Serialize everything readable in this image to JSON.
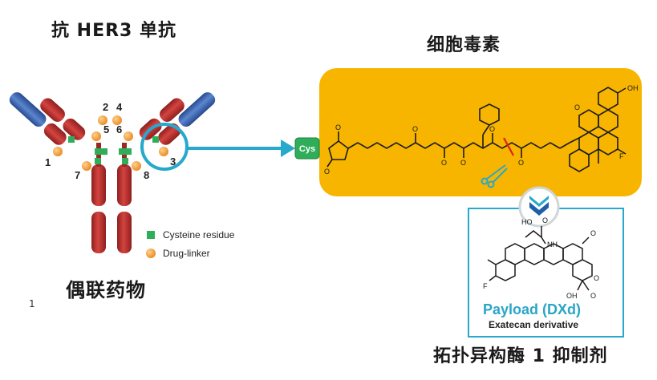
{
  "titles": {
    "antibody": "抗 HER3 单抗",
    "toxin": "细胞毒素",
    "conjugate": "偶联药物",
    "inhibitor": "拓扑异构酶 1 抑制剂"
  },
  "side_mark": "1",
  "site_numbers": [
    "1",
    "2",
    "3",
    "4",
    "5",
    "6",
    "7",
    "8"
  ],
  "legend": {
    "cysteine": "Cysteine residue",
    "druglinker": "Drug-linker"
  },
  "cys_label": "Cys",
  "payload": {
    "title": "Payload (DXd)",
    "subtitle": "Exatecan derivative"
  },
  "colors": {
    "heavy_chain": "#c0302e",
    "light_chain": "#3b67b2",
    "drug_linker": "#f3a64a",
    "cysteine": "#2fae5a",
    "toxin_panel": "#f7b500",
    "highlight": "#27a8cc"
  }
}
